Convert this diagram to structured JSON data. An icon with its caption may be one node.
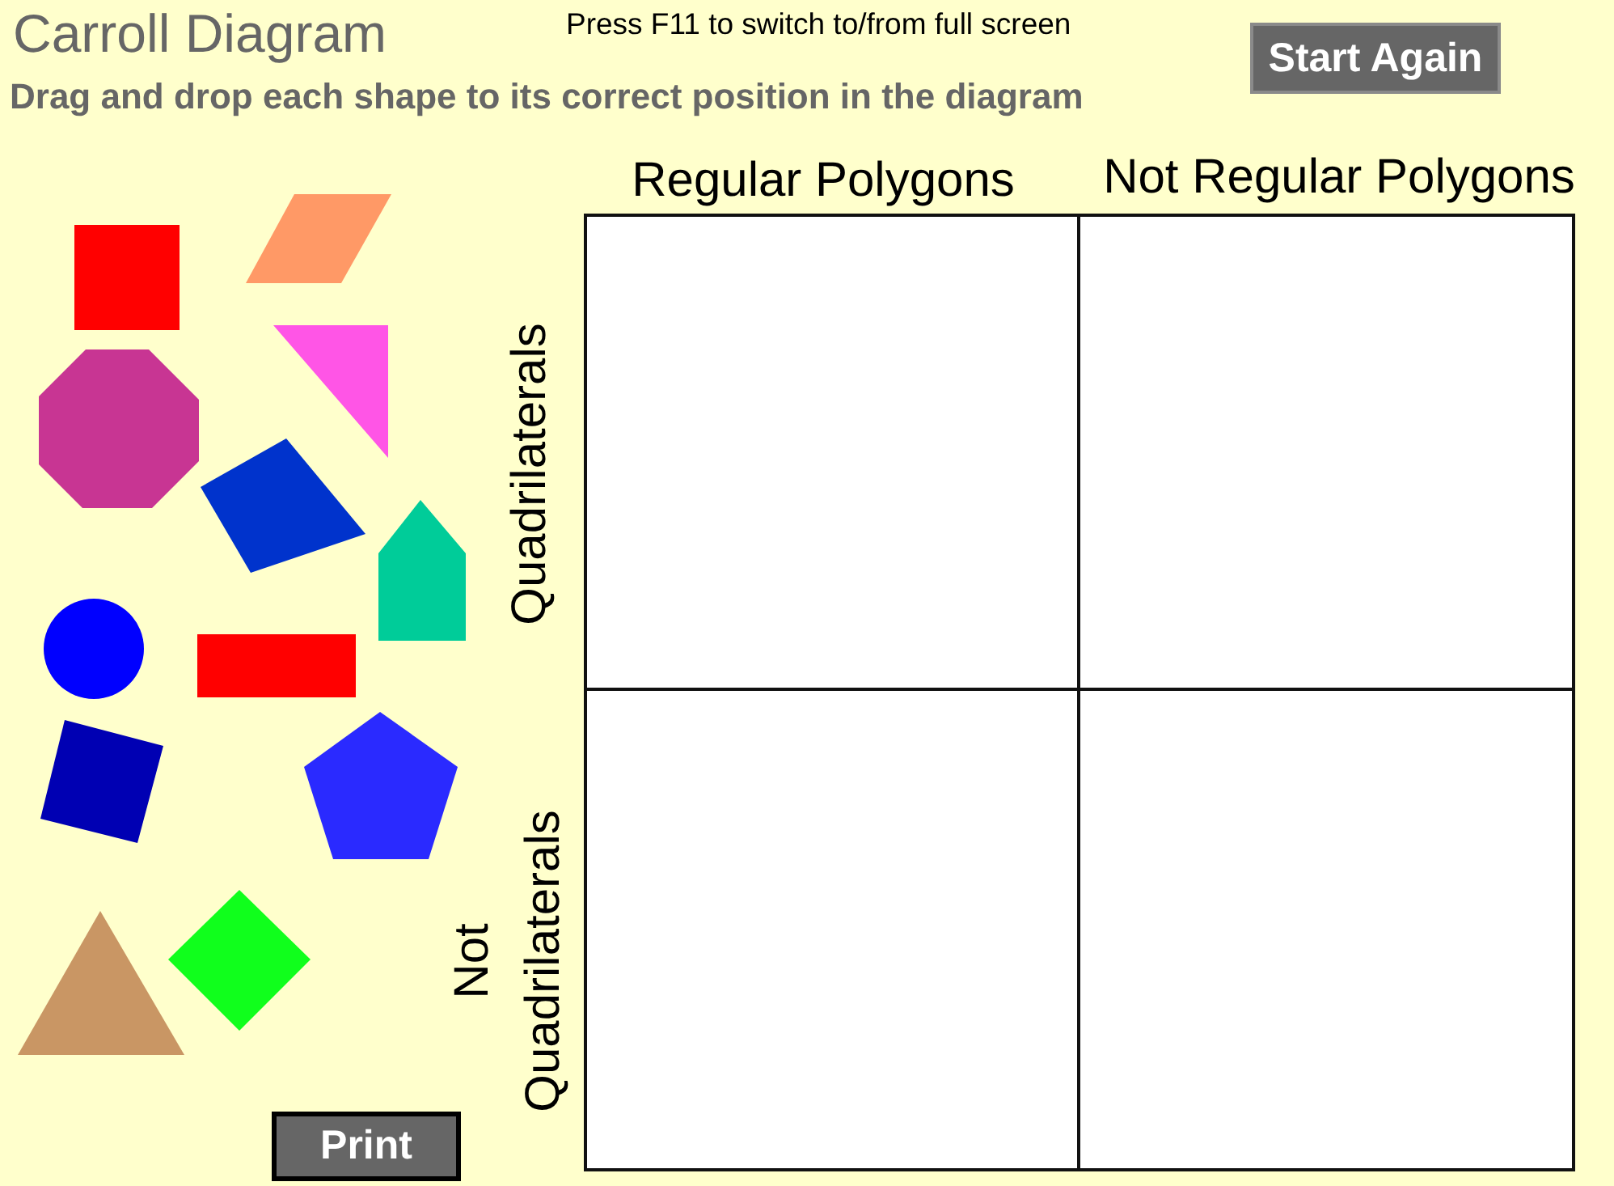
{
  "diagram": {
    "title": "Carroll Diagram",
    "nodes": [
      {
        "text": [
          "Start Again"
        ]
      },
      {
        "text": [],
        "shape": "square"
      },
      {
        "text": [],
        "shape": "parallelogram"
      },
      {
        "text": [],
        "shape": "triangle"
      },
      {
        "text": [],
        "shape": "octagon"
      },
      {
        "text": [],
        "shape": "quadrilateral"
      },
      {
        "text": [],
        "shape": "pentagon"
      },
      {
        "text": [],
        "shape": "circle"
      },
      {
        "text": [],
        "shape": "rectangle"
      },
      {
        "text": [],
        "shape": "square"
      },
      {
        "text": [],
        "shape": "pentagon"
      },
      {
        "text": [],
        "shape": "triangle"
      },
      {
        "text": [],
        "shape": "diamond"
      },
      {
        "text": [
          "Print"
        ]
      }
    ],
    "labels": [
      "Press F11 to switch to/from full screen",
      "Drag and drop each shape to its correct position in the diagram",
      "Regular Polygons",
      "Not Regular Polygons",
      "Quadrilaterals",
      "Not Quadrilaterals"
    ]
  }
}
